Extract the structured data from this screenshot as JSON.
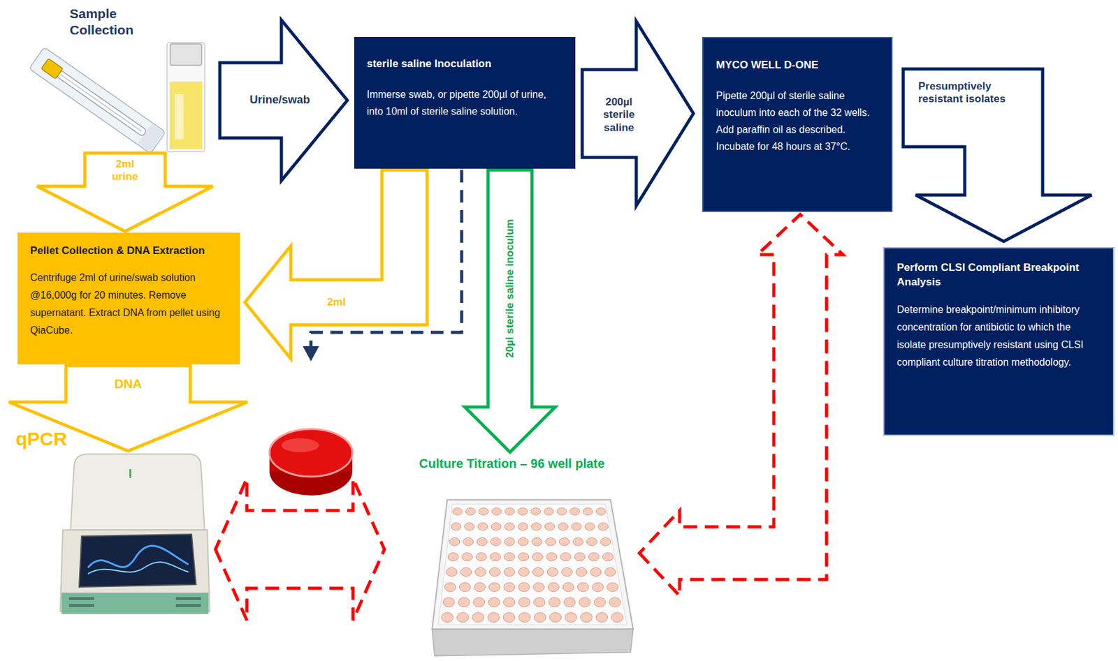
{
  "diagram": {
    "nodes": [
      {
        "text": [
          "Sample Collection"
        ]
      },
      {
        "text": [
          "sterile saline Inoculation",
          "Immerse swab, or pipette 200µl of urine, into 10ml of sterile saline solution."
        ]
      },
      {
        "text": [
          "MYCO WELL D-ONE",
          "Pipette 200µl of sterile saline inoculum into each of the 32 wells. Add paraffin oil as described. Incubate for 48 hours at 37°C."
        ]
      },
      {
        "text": [
          "Perform CLSI Compliant Breakpoint Analysis",
          "Determine breakpoint/minimum inhibitory concentration for antibiotic to which the isolate presumptively resistant using CLSI compliant culture titration methodology."
        ]
      },
      {
        "text": [
          "Pellet Collection & DNA Extraction",
          "Centrifuge 2ml of urine/swab solution @16,000g for 20 minutes. Remove supernatant. Extract DNA from pellet using QiaCube."
        ]
      },
      {
        "text": [
          "qPCR"
        ]
      },
      {
        "text": [
          "Culture Titration – 96 well plate"
        ]
      }
    ],
    "edges": [
      {
        "from": 0,
        "to": 1,
        "label": "Urine/swab",
        "arrow": "to"
      },
      {
        "from": 1,
        "to": 2,
        "label": "200µl sterile saline",
        "arrow": "to"
      },
      {
        "from": 2,
        "to": 3,
        "label": "Presumptively resistant isolates",
        "arrow": "to"
      },
      {
        "from": 0,
        "to": 4,
        "label": "2ml urine",
        "arrow": "to"
      },
      {
        "from": 1,
        "to": 4,
        "label": "2ml",
        "arrow": "to"
      },
      {
        "from": 4,
        "to": 5,
        "label": "DNA",
        "arrow": "to"
      },
      {
        "from": 1,
        "to": 6,
        "label": "20µl sterile saline inoculum",
        "arrow": "to"
      },
      {
        "from": 5,
        "to": 6,
        "arrow": "both"
      },
      {
        "from": 6,
        "to": 2,
        "arrow": "both"
      }
    ]
  }
}
